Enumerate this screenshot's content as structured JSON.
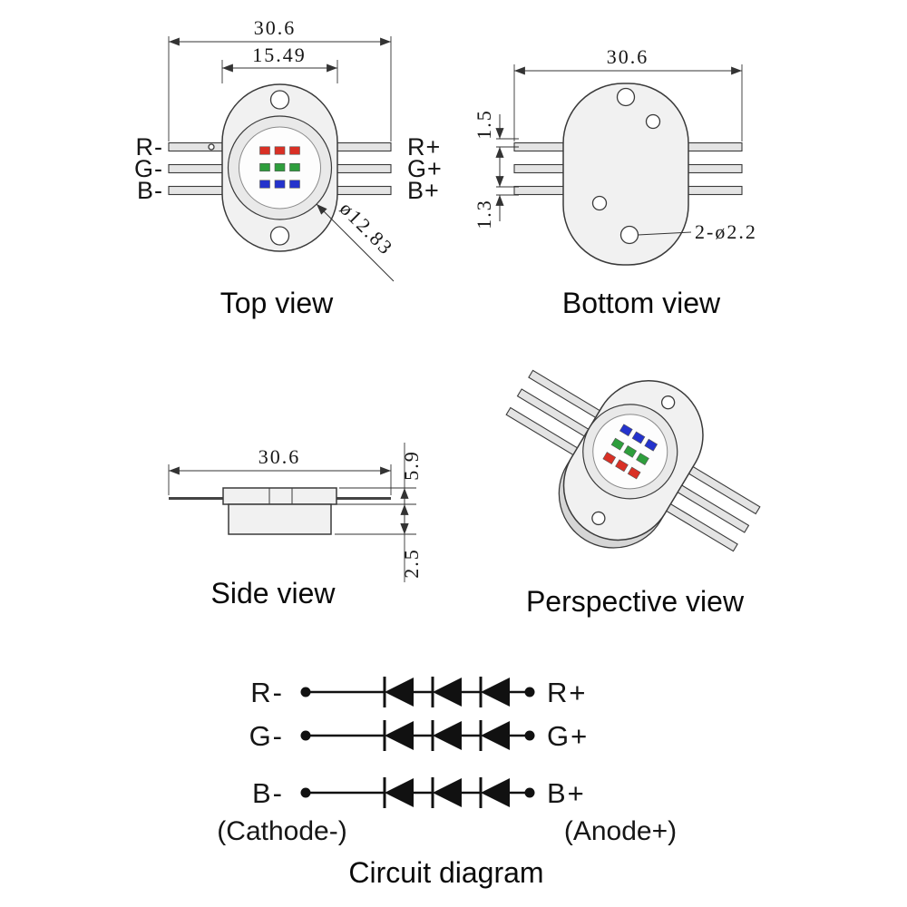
{
  "top_view": {
    "title": "Top view",
    "dim_overall_width": "30.6",
    "dim_body_width": "15.49",
    "dim_emitter_diameter": "ø12.83",
    "pins_left": [
      "R-",
      "G-",
      "B-"
    ],
    "pins_right": [
      "R+",
      "G+",
      "B+"
    ]
  },
  "bottom_view": {
    "title": "Bottom view",
    "dim_overall_width": "30.6",
    "dim_lead_width": "1.5",
    "dim_lead_offset": "1.3",
    "dim_mounting_holes": "2-ø2.2"
  },
  "side_view": {
    "title": "Side view",
    "dim_overall_width": "30.6",
    "dim_total_height": "5.9",
    "dim_base_height": "2.5"
  },
  "perspective_view": {
    "title": "Perspective view"
  },
  "circuit_diagram": {
    "title": "Circuit diagram",
    "rows": [
      {
        "cathode": "R-",
        "anode": "R+"
      },
      {
        "cathode": "G-",
        "anode": "G+"
      },
      {
        "cathode": "B-",
        "anode": "B+"
      }
    ],
    "cathode_note": "(Cathode-)",
    "anode_note": "(Anode+)"
  },
  "colors": {
    "red_chip": "#d93025",
    "green_chip": "#2e9e3c",
    "blue_chip": "#2433cc",
    "body_fill": "#f1f1f1",
    "outline": "#3a3a3a"
  }
}
